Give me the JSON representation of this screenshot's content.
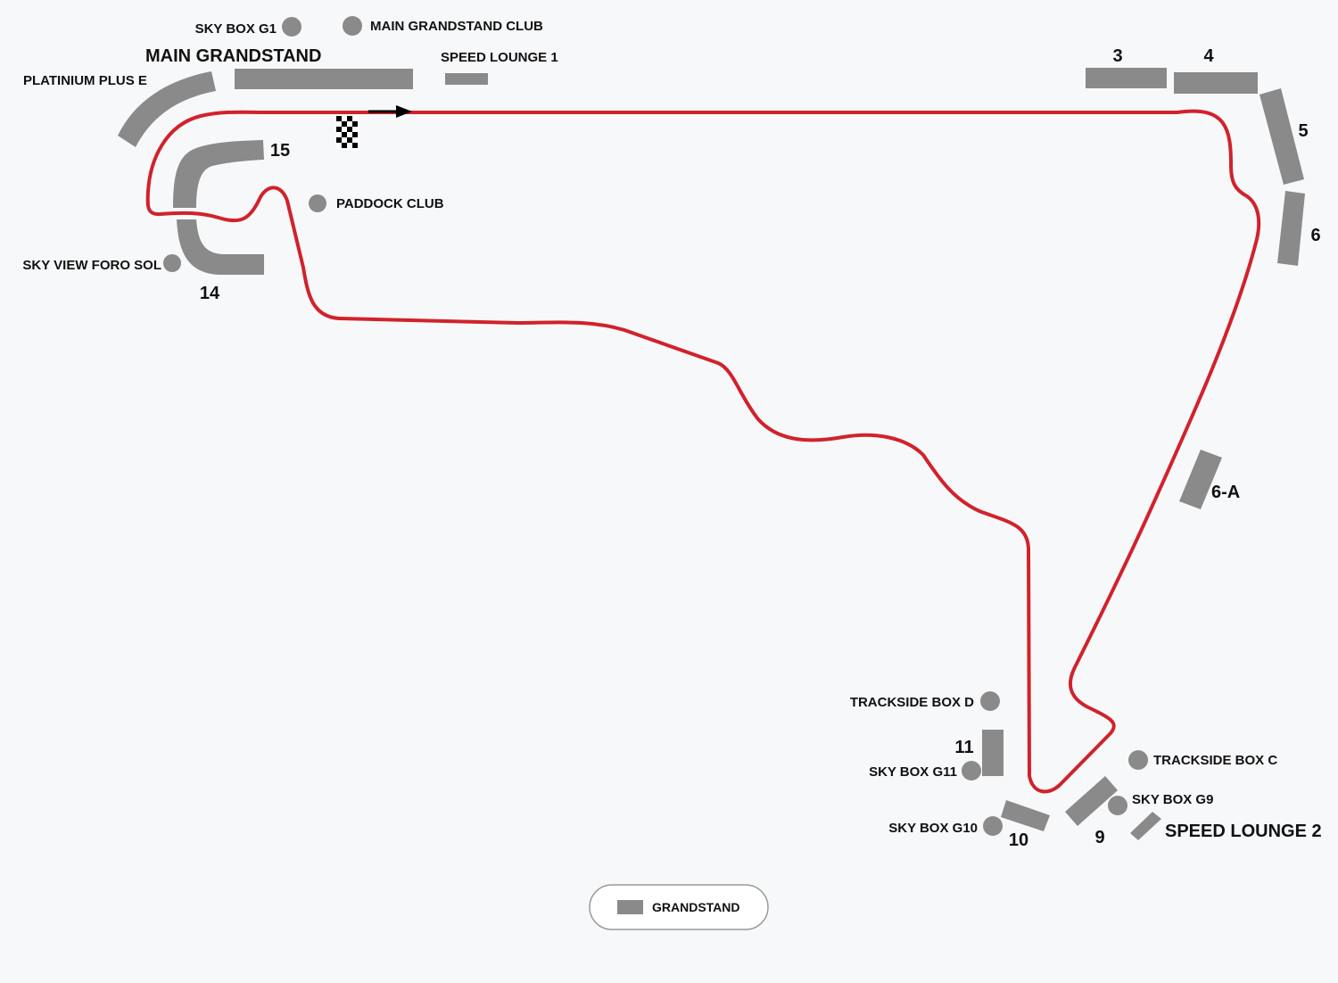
{
  "colors": {
    "background": "#f7f8fa",
    "track": "#d1222b",
    "stand": "#8a8a8a",
    "marker": "#8a8a8a",
    "text": "#111111",
    "legend_border": "#9a9a9a"
  },
  "labels": {
    "sky_box_g1": "SKY BOX G1",
    "main_grandstand_club": "MAIN GRANDSTAND CLUB",
    "main_grandstand": "MAIN GRANDSTAND",
    "speed_lounge_1": "SPEED LOUNGE 1",
    "platinium_plus_e": "PLATINIUM PLUS E",
    "paddock_club": "PADDOCK CLUB",
    "sky_view_foro_sol": "SKY VIEW FORO SOL",
    "trackside_box_d": "TRACKSIDE BOX D",
    "sky_box_g11": "SKY BOX G11",
    "trackside_box_c": "TRACKSIDE BOX C",
    "sky_box_g9": "SKY BOX G9",
    "speed_lounge_2": "SPEED LOUNGE 2",
    "sky_box_g10": "SKY BOX G10"
  },
  "stand_numbers": {
    "n3": "3",
    "n4": "4",
    "n5": "5",
    "n6": "6",
    "n6a": "6-A",
    "n9": "9",
    "n10": "10",
    "n11": "11",
    "n14": "14",
    "n15": "15"
  },
  "legend": {
    "grandstand": "GRANDSTAND"
  },
  "icons": {
    "start_finish": "checkered-flag-icon",
    "direction": "arrow-right-icon",
    "venue": "circle-marker-icon"
  }
}
